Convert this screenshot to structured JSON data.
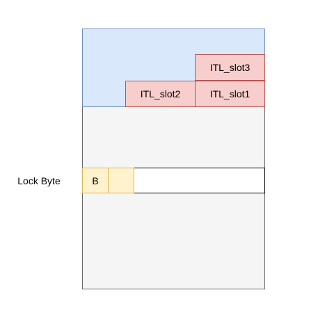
{
  "labels": {
    "lock_byte": "Lock Byte"
  },
  "itl_slots": {
    "slot1": "ITL_slot1",
    "slot2": "ITL_slot2",
    "slot3": "ITL_slot3"
  },
  "row": {
    "lock_cell": "B"
  },
  "colors": {
    "header_fill": "#dae8fc",
    "header_stroke": "#6c8ebf",
    "body_fill": "#f5f5f5",
    "body_stroke": "#666666",
    "slot_fill": "#f8cecc",
    "slot_stroke": "#b85450",
    "lock_fill": "#fff2cc",
    "lock_stroke": "#d6b656"
  }
}
